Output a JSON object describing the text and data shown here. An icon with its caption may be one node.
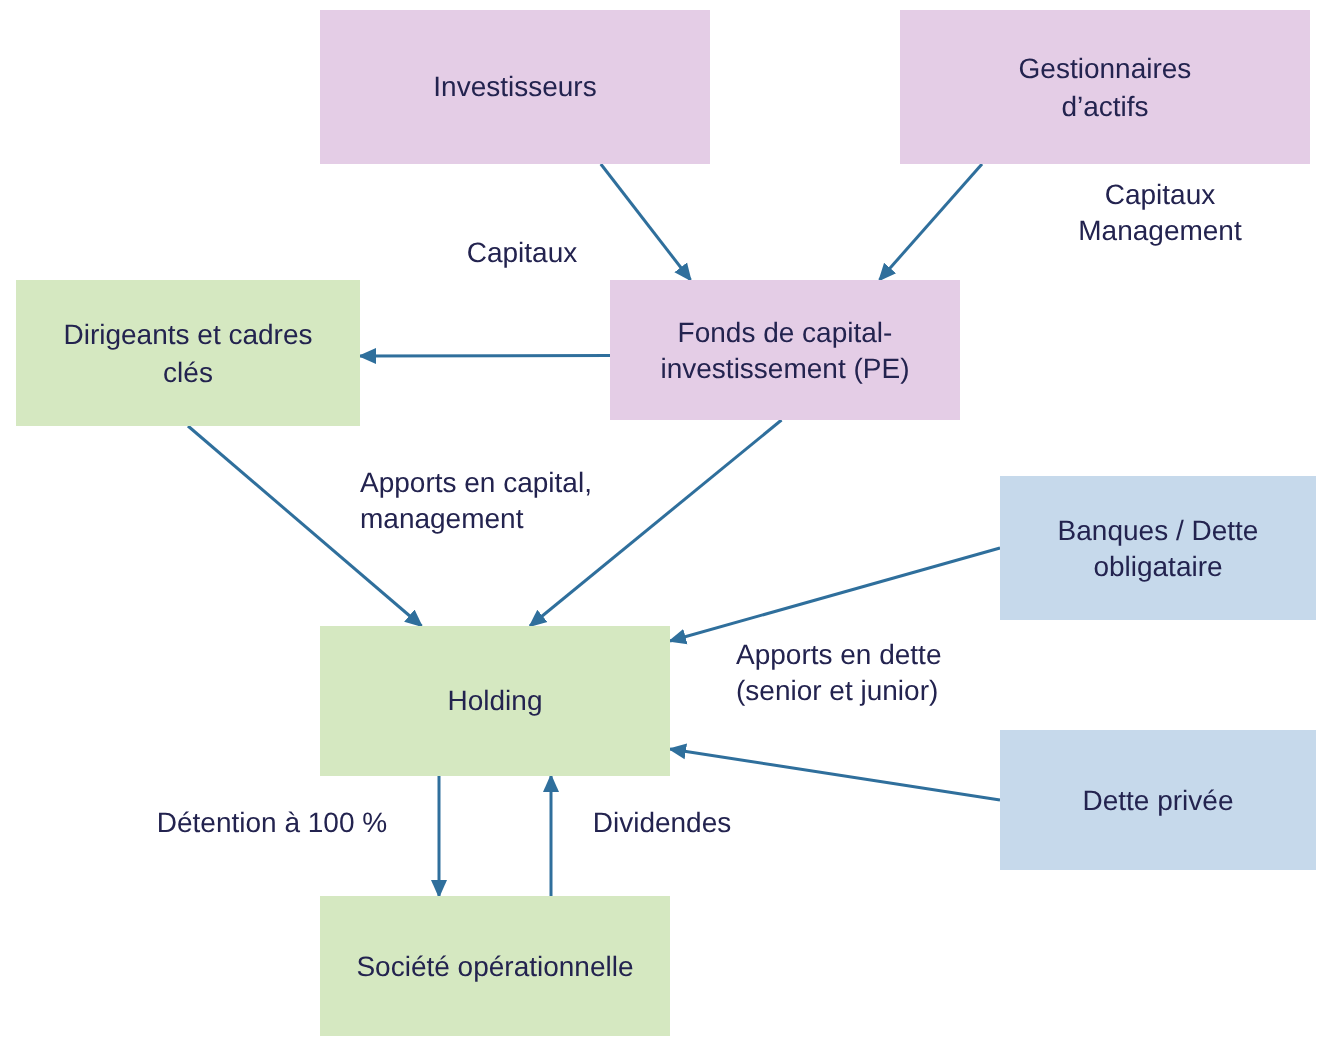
{
  "diagram": {
    "nodes": [
      {
        "text": [
          "Investisseurs"
        ]
      },
      {
        "text": [
          "Gestionnaires d’actifs"
        ]
      },
      {
        "text": [
          "Fonds de capital-investissement (PE)"
        ]
      },
      {
        "text": [
          "Dirigeants et cadres clés"
        ]
      },
      {
        "text": [
          "Banques / Dette obligataire"
        ]
      },
      {
        "text": [
          "Holding"
        ]
      },
      {
        "text": [
          "Dette privée"
        ]
      },
      {
        "text": [
          "Société opérationnelle"
        ]
      }
    ],
    "edges": [
      {
        "from": 0,
        "to": 2,
        "arrow": "to",
        "label": "Capitaux"
      },
      {
        "from": 1,
        "to": 2,
        "arrow": "to",
        "label": "Capitaux Management"
      },
      {
        "from": 2,
        "to": 3,
        "arrow": "to"
      },
      {
        "from": 3,
        "to": 5,
        "arrow": "to"
      },
      {
        "from": 2,
        "to": 5,
        "arrow": "to"
      },
      {
        "from": 4,
        "to": 5,
        "arrow": "to"
      },
      {
        "from": 6,
        "to": 5,
        "arrow": "to"
      },
      {
        "from": 5,
        "to": 7,
        "arrow": "to",
        "label": "Détention à 100 %"
      },
      {
        "from": 7,
        "to": 5,
        "arrow": "to",
        "label": "Dividendes"
      }
    ],
    "labels": [
      "Apports en capital, management",
      "Apports en dette (senior et junior)"
    ]
  }
}
